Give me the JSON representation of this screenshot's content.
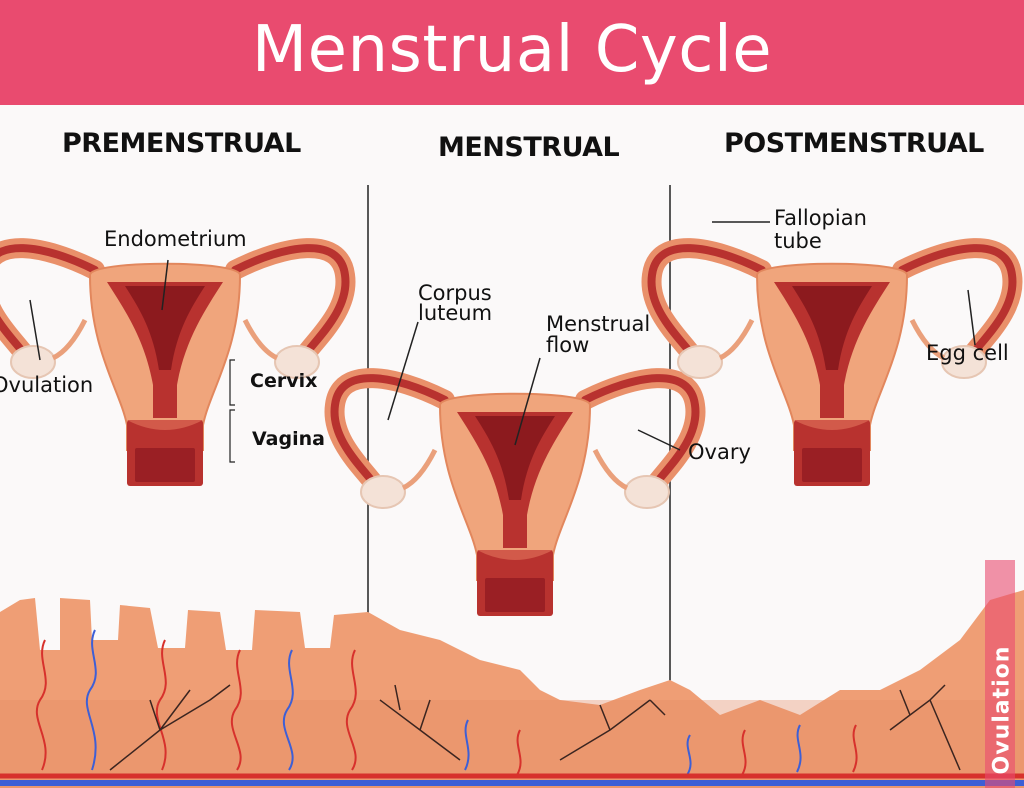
{
  "title": "Menstrual Cycle",
  "stages": [
    {
      "name": "PREMENSTRUAL"
    },
    {
      "name": "MENSTRUAL"
    },
    {
      "name": "POSTMENSTRUAL"
    }
  ],
  "labels": {
    "endometrium": "Endometrium",
    "ovulation_side": "Ovulation",
    "cervix": "Cervix",
    "vagina": "Vagina",
    "corpus_luteum_line1": "Corpus",
    "corpus_luteum_line2": "luteum",
    "menstrual_flow_line1": "Menstrual",
    "menstrual_flow_line2": "flow",
    "ovary": "Ovary",
    "fallopian_line1": "Fallopian",
    "fallopian_line2": "tube",
    "egg_cell": "Egg cell",
    "ovulation_bar": "Ovulation"
  },
  "colors": {
    "banner": "#e94b6f",
    "tissue": "#f0a57c",
    "tissue_dark": "#e2875d",
    "lining": "#b8322f",
    "deep_red": "#9a1f24",
    "vein_red": "#d7312c",
    "vein_blue": "#3d5fd6",
    "ovary": "#f4e2d7"
  }
}
